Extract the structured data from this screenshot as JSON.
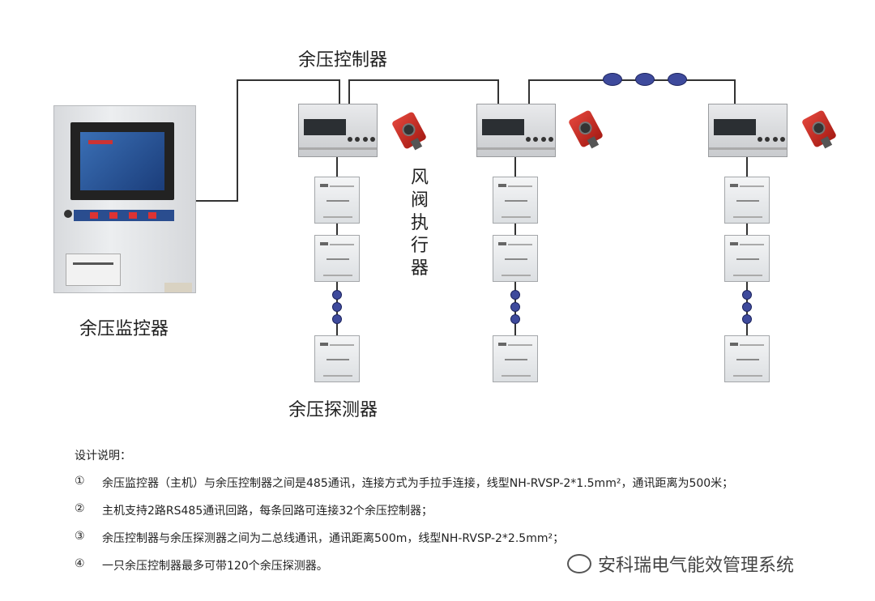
{
  "labels": {
    "controller": "余压控制器",
    "monitor": "余压监控器",
    "detector": "余压探测器",
    "actuator_chars": [
      "风",
      "阀",
      "执",
      "行",
      "器"
    ]
  },
  "notes": {
    "title": "设计说明：",
    "items": [
      {
        "num": "①",
        "text": "余压监控器（主机）与余压控制器之间是485通讯，连接方式为手拉手连接，线型NH-RVSP-2*1.5mm²，通讯距离为500米；"
      },
      {
        "num": "②",
        "text": "主机支持2路RS485通讯回路，每条回路可连接32个余压控制器；"
      },
      {
        "num": "③",
        "text": "余压控制器与余压探测器之间为二总线通讯，通讯距离500m，线型NH-RVSP-2*2.5mm²；"
      },
      {
        "num": "④",
        "text": "一只余压控制器最多可带120个余压探测器。"
      }
    ]
  },
  "watermark": "安科瑞电气能效管理系统",
  "colors": {
    "wire": "#333333",
    "dot": "#3e4a9c",
    "actuator": "#d63a30"
  }
}
